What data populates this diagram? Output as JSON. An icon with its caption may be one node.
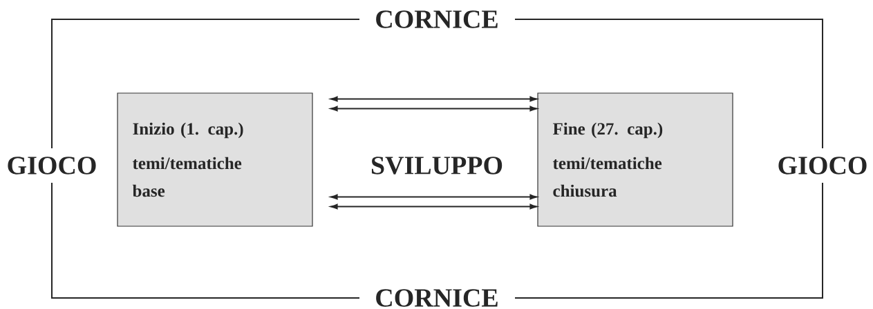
{
  "diagram": {
    "nodes": [
      {
        "text": [
          "Inizio (1. cap.)",
          "temi/tematiche base"
        ]
      },
      {
        "text": [
          "Fine (27. cap.)",
          "temi/tematiche chiusura"
        ]
      }
    ],
    "edges": [
      {
        "from": 0,
        "to": 1,
        "arrow": "both"
      },
      {
        "from": 0,
        "to": 1,
        "arrow": "both"
      },
      {
        "from": 0,
        "to": 1,
        "arrow": "both"
      },
      {
        "from": 0,
        "to": 1,
        "arrow": "both"
      }
    ],
    "labels": [
      "CORNICE",
      "GIOCO",
      "SVILUPPO",
      "GIOCO",
      "CORNICE"
    ]
  }
}
